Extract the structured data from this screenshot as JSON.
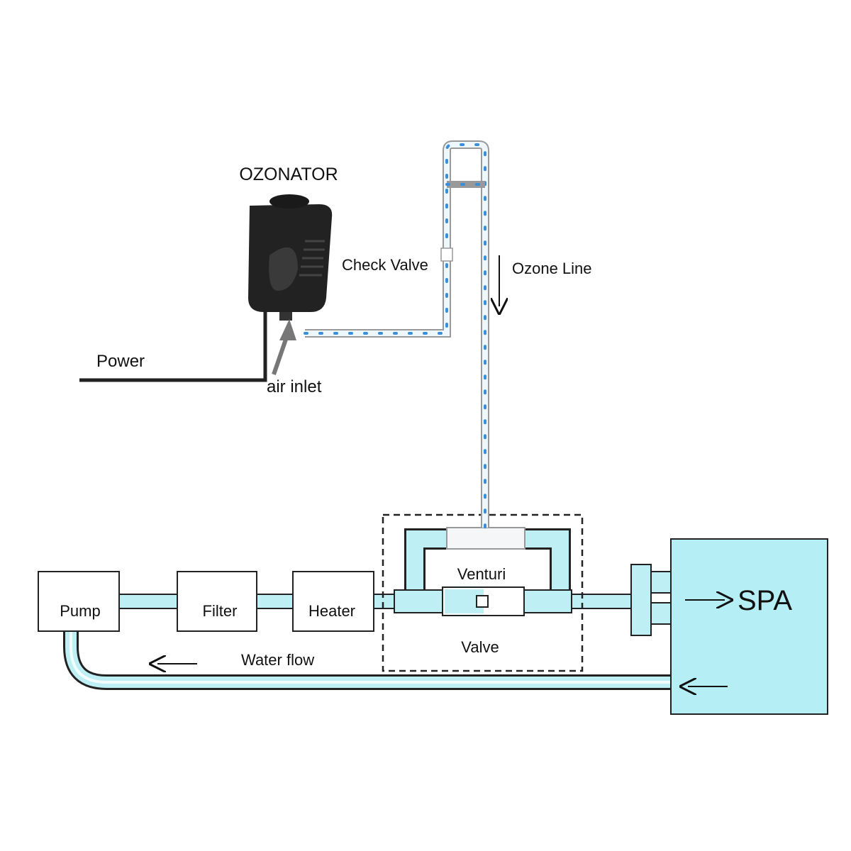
{
  "labels": {
    "ozonator": "OZONATOR",
    "check_valve": "Check Valve",
    "ozone_line": "Ozone Line",
    "power": "Power",
    "air_inlet": "air inlet",
    "pump": "Pump",
    "filter": "Filter",
    "heater": "Heater",
    "venturi": "Venturi",
    "valve": "Valve",
    "water_flow": "Water flow",
    "spa": "SPA"
  },
  "colors": {
    "water": "#bdeff5",
    "spa_fill": "#b5eef4",
    "ozone_bubble": "#3b8fd8",
    "ozonator_body": "#222222"
  }
}
